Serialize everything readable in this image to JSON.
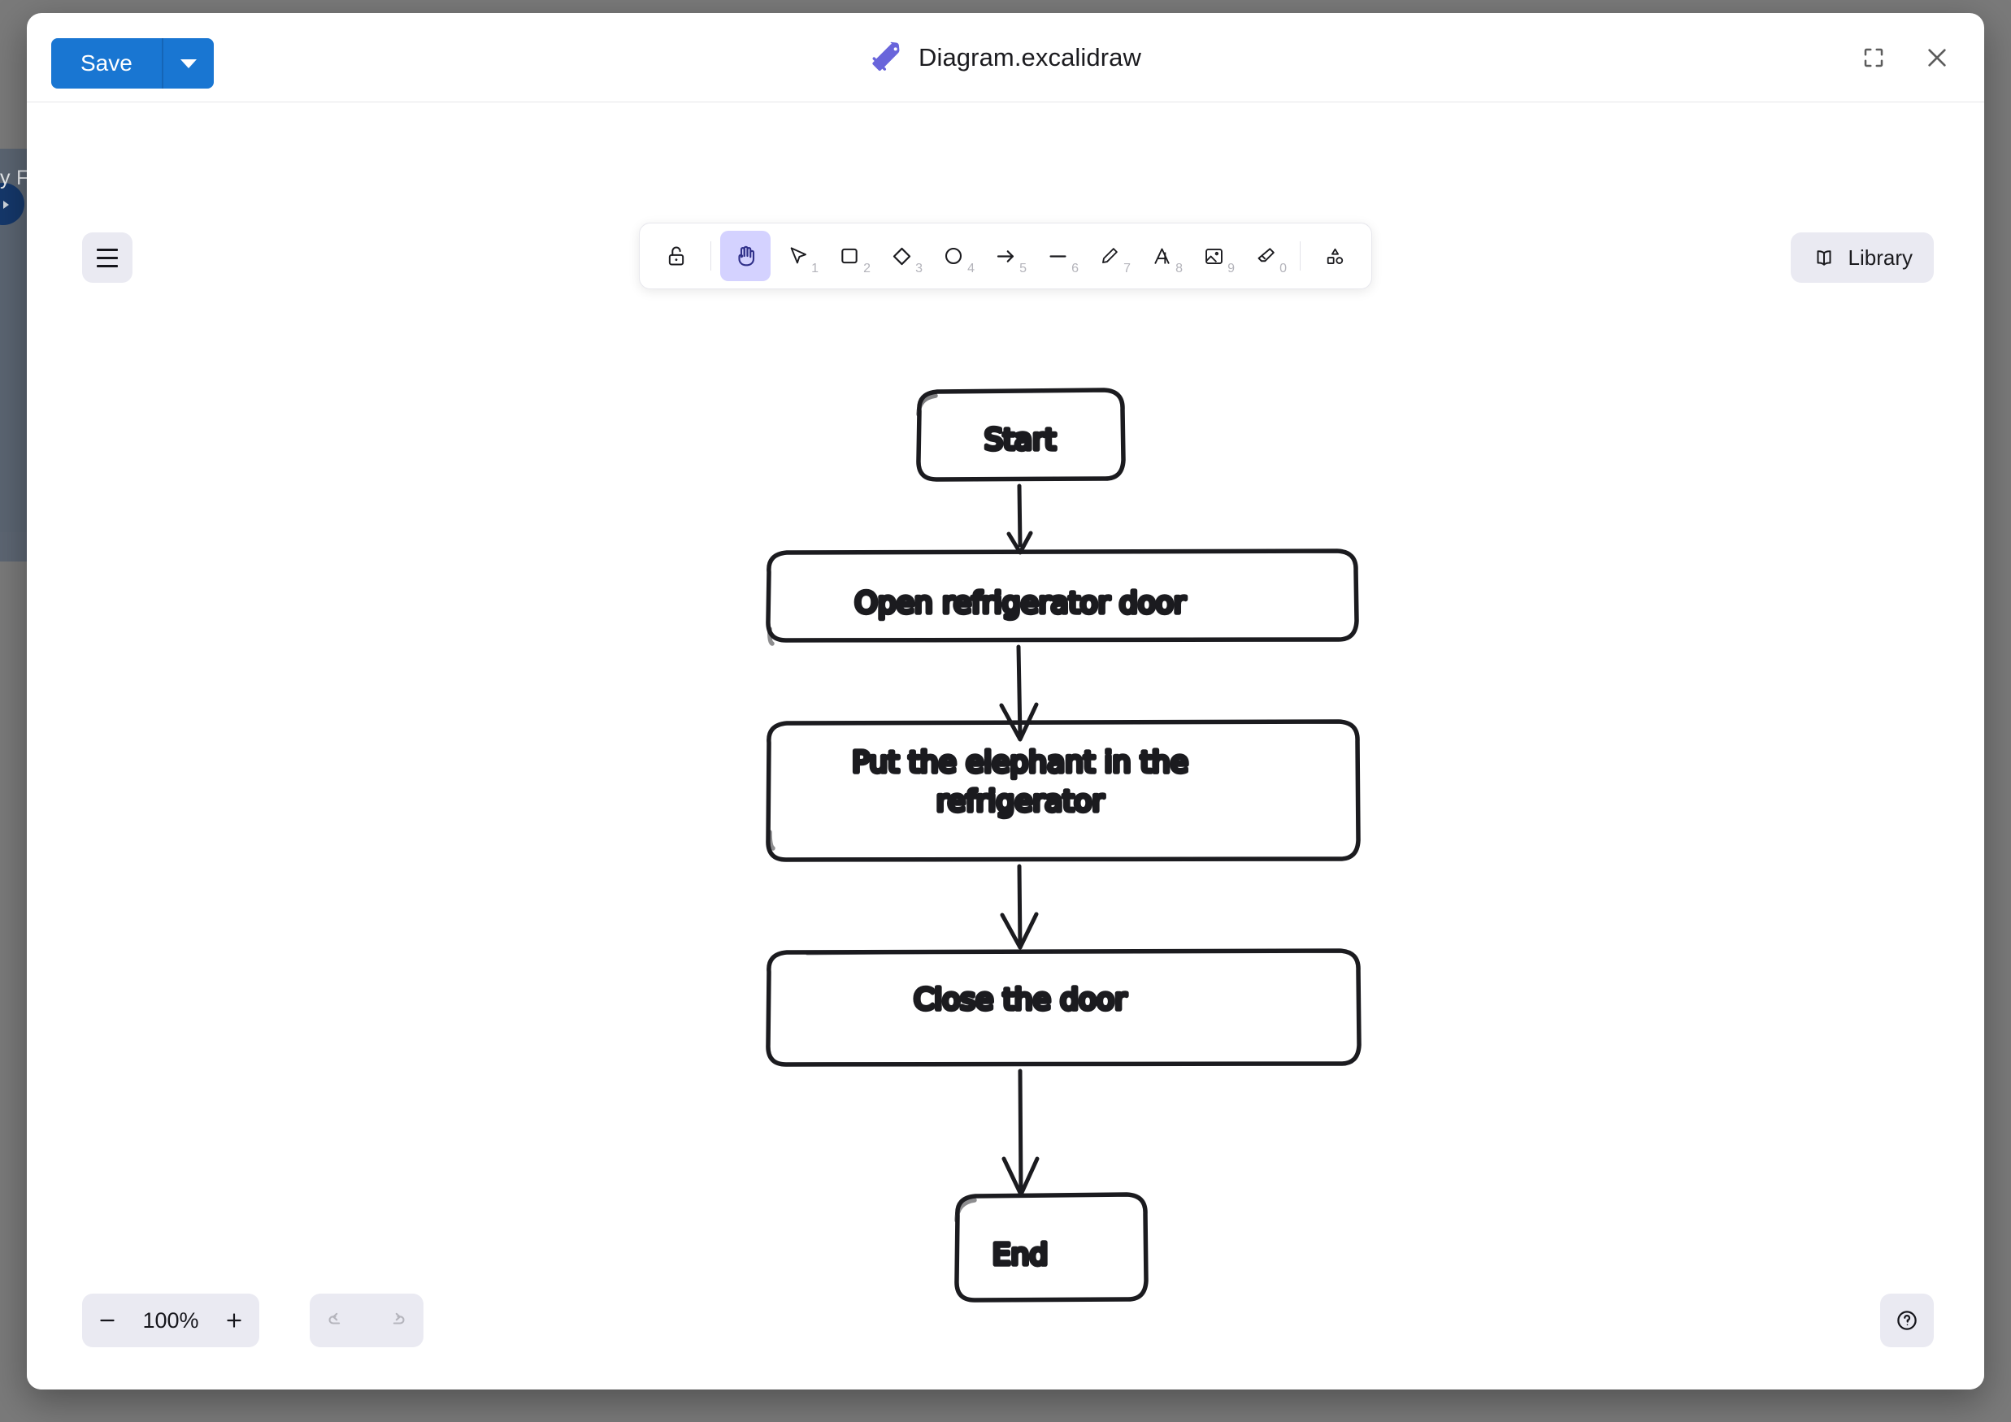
{
  "background": {
    "partial_text": "y F",
    "overlay_color": "#7a7a7a"
  },
  "window": {
    "title": "Diagram.excalidraw",
    "logo_icon": "excalidraw-logo-icon",
    "save": {
      "label": "Save",
      "caret_icon": "chevron-down-icon",
      "accent": "#1976d2"
    },
    "controls": [
      {
        "name": "fullscreen-button",
        "icon": "fullscreen-icon"
      },
      {
        "name": "close-button",
        "icon": "close-icon"
      }
    ]
  },
  "canvas": {
    "menu_button": {
      "icon": "hamburger-menu-icon",
      "label": "Menu"
    },
    "library_button": {
      "icon": "book-icon",
      "label": "Library"
    },
    "toolbar": [
      {
        "name": "lock-tool",
        "icon": "lock-open-icon",
        "key": "",
        "active": false
      },
      {
        "name": "hand-tool",
        "icon": "hand-icon",
        "key": "",
        "active": true
      },
      {
        "name": "selection-tool",
        "icon": "cursor-icon",
        "key": "1",
        "active": false
      },
      {
        "name": "rectangle-tool",
        "icon": "rectangle-icon",
        "key": "2",
        "active": false
      },
      {
        "name": "diamond-tool",
        "icon": "diamond-icon",
        "key": "3",
        "active": false
      },
      {
        "name": "ellipse-tool",
        "icon": "ellipse-icon",
        "key": "4",
        "active": false
      },
      {
        "name": "arrow-tool",
        "icon": "arrow-right-icon",
        "key": "5",
        "active": false
      },
      {
        "name": "line-tool",
        "icon": "line-icon",
        "key": "6",
        "active": false
      },
      {
        "name": "draw-tool",
        "icon": "pencil-icon",
        "key": "7",
        "active": false
      },
      {
        "name": "text-tool",
        "icon": "text-a-icon",
        "key": "8",
        "active": false
      },
      {
        "name": "image-tool",
        "icon": "image-icon",
        "key": "9",
        "active": false
      },
      {
        "name": "eraser-tool",
        "icon": "eraser-icon",
        "key": "0",
        "active": false
      },
      {
        "name": "shapes-tool",
        "icon": "shapes-icon",
        "key": "",
        "active": false
      }
    ],
    "zoom": {
      "out_label": "−",
      "value": "100%",
      "in_label": "+"
    },
    "history": [
      {
        "name": "undo-button",
        "icon": "undo-icon",
        "disabled": true
      },
      {
        "name": "redo-button",
        "icon": "redo-icon",
        "disabled": true
      }
    ],
    "help_button": {
      "icon": "question-circle-icon",
      "label": "Help"
    }
  },
  "diagram": {
    "type": "flowchart",
    "style": "hand-drawn",
    "nodes": [
      {
        "id": "n1",
        "label": "Start",
        "shape": "rounded-rect",
        "lines": [
          "Start"
        ]
      },
      {
        "id": "n2",
        "label": "Open refrigerator door",
        "shape": "rounded-rect",
        "lines": [
          "Open refrigerator door"
        ]
      },
      {
        "id": "n3",
        "label": "Put the elephant in the refrigerator",
        "shape": "rounded-rect",
        "lines": [
          "Put the elephant in the",
          "refrigerator"
        ]
      },
      {
        "id": "n4",
        "label": "Close the door",
        "shape": "rounded-rect",
        "lines": [
          "Close the door"
        ]
      },
      {
        "id": "n5",
        "label": "End",
        "shape": "rounded-rect",
        "lines": [
          "End"
        ]
      }
    ],
    "edges": [
      {
        "from": "n1",
        "to": "n2"
      },
      {
        "from": "n2",
        "to": "n3"
      },
      {
        "from": "n3",
        "to": "n4"
      },
      {
        "from": "n4",
        "to": "n5"
      }
    ]
  }
}
